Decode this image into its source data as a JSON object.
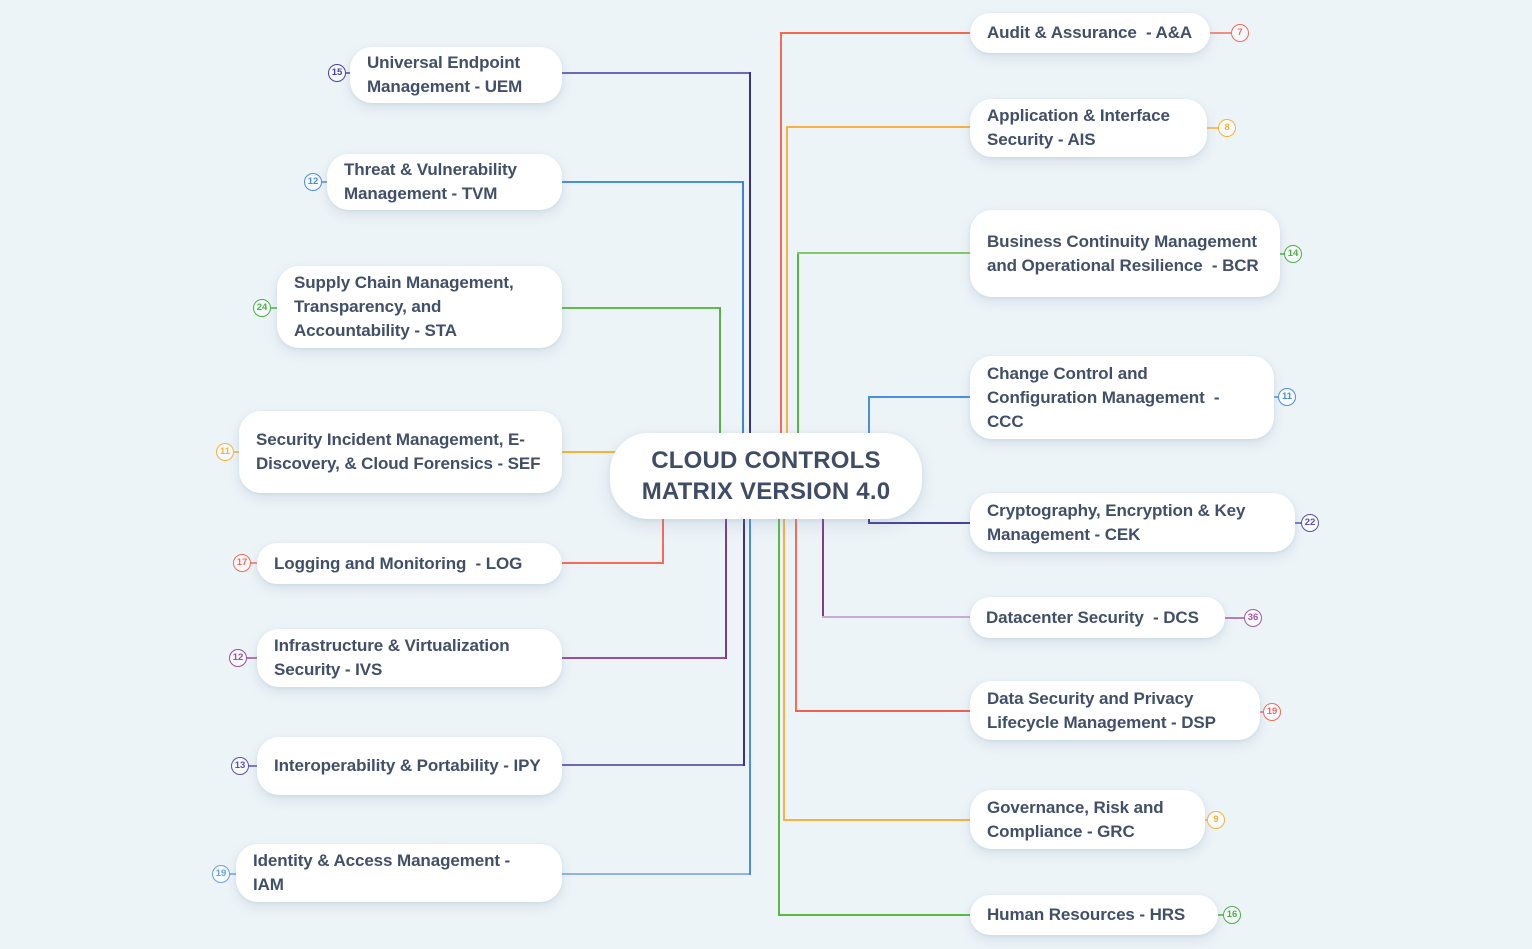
{
  "map_title": "CLOUD CONTROLS MATRIX VERSION 4.0",
  "theme": {
    "background": "#edf4f8",
    "node_background": "#ffffff",
    "text_color": "#414f69"
  },
  "center": {
    "label": "CLOUD CONTROLS MATRIX VERSION 4.0"
  },
  "left_nodes": [
    {
      "label": "Universal Endpoint Management - UEM",
      "badge": "15",
      "color": {
        "arm": "#7066bb",
        "trunk": "#3a3191",
        "badge": "#4a41a5"
      }
    },
    {
      "label": "Threat & Vulnerability Management - TVM",
      "badge": "12",
      "color": {
        "arm": "#4a8ee0",
        "trunk": "#3f83dc",
        "badge": "#4a8ee0"
      }
    },
    {
      "label": "Supply Chain Management, Transparency, and Accountability - STA",
      "badge": "24",
      "color": {
        "arm": "#62bb4e",
        "trunk": "#55b545",
        "badge": "#4cb140"
      }
    },
    {
      "label": "Security Incident Management, E-Discovery, & Cloud Forensics - SEF",
      "badge": "11",
      "color": {
        "arm": "#f9b234",
        "trunk": "#f9b234",
        "badge": "#f9b234"
      }
    },
    {
      "label": "Logging and Monitoring  - LOG",
      "badge": "17",
      "color": {
        "arm": "#f8695a",
        "trunk": "#f8695a",
        "badge": "#f8695a"
      }
    },
    {
      "label": "Infrastructure & Virtualization Security - IVS",
      "badge": "12",
      "color": {
        "arm": "#9b4d9d",
        "trunk": "#7e3a8d",
        "badge": "#9b4d9d"
      }
    },
    {
      "label": "Interoperability & Portability - IPY",
      "badge": "13",
      "color": {
        "arm": "#7066bb",
        "trunk": "#3a3191",
        "badge": "#5a50ad"
      }
    },
    {
      "label": "Identity & Access Management - IAM",
      "badge": "19",
      "color": {
        "arm": "#8fb2ec",
        "trunk": "#4a8ee0",
        "badge": "#69a0e8"
      }
    }
  ],
  "right_nodes": [
    {
      "label": "Audit & Assurance  - A&A",
      "badge": "7",
      "color": {
        "arm": "#f4684e",
        "trunk": "#f8695a",
        "badge": "#f8695a"
      }
    },
    {
      "label": "Application & Interface Security - AIS",
      "badge": "8",
      "color": {
        "arm": "#fbb03f",
        "trunk": "#fbb03f",
        "badge": "#f9b234"
      }
    },
    {
      "label": "Business Continuity Management and Operational Resilience  - BCR",
      "badge": "14",
      "color": {
        "arm": "#82c96b",
        "trunk": "#58b548",
        "badge": "#4cb140"
      }
    },
    {
      "label": "Change Control and Configuration Management  - CCC",
      "badge": "11",
      "color": {
        "arm": "#4a8ee0",
        "trunk": "#4a8ee0",
        "badge": "#4a8ee0"
      }
    },
    {
      "label": "Cryptography, Encryption & Key Management - CEK",
      "badge": "22",
      "color": {
        "arm": "#473f9b",
        "trunk": "#3a3191",
        "badge": "#5a50ad"
      }
    },
    {
      "label": "Datacenter Security  - DCS",
      "badge": "36",
      "color": {
        "arm": "#cbaad8",
        "trunk": "#82398e",
        "badge": "#a757a2"
      }
    },
    {
      "label": "Data Security and Privacy Lifecycle Management - DSP",
      "badge": "19",
      "color": {
        "arm": "#ef6052",
        "trunk": "#f8695a",
        "badge": "#f8695a"
      }
    },
    {
      "label": "Governance, Risk and Compliance - GRC",
      "badge": "9",
      "color": {
        "arm": "#fbb03f",
        "trunk": "#fbb03f",
        "badge": "#f9b234"
      }
    },
    {
      "label": "Human Resources - HRS",
      "badge": "16",
      "color": {
        "arm": "#58bb45",
        "trunk": "#58bb45",
        "badge": "#4cb140"
      }
    }
  ]
}
